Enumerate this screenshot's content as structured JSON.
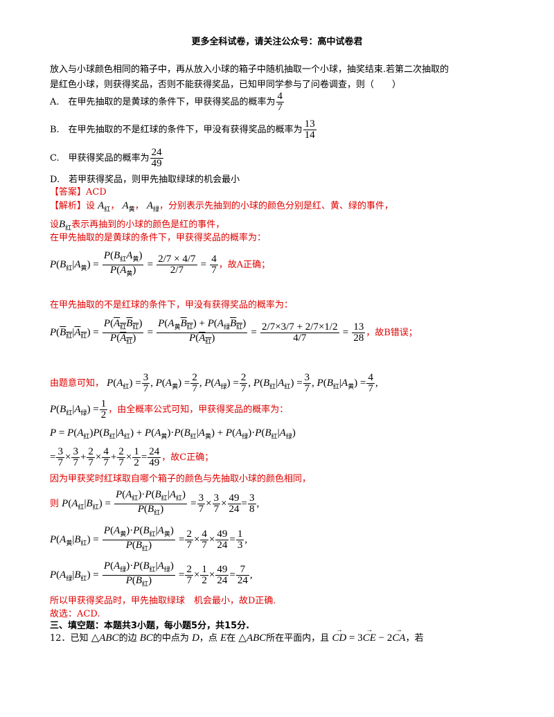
{
  "header": "更多全科试卷，请关注公众号：高中试卷君",
  "intro": [
    "放入与小球颜色相同的箱子中，再从放入小球的箱子中随机抽取一个小球，抽奖结束.若第二次抽取的",
    "是红色小球，则获得奖品，否则不能获得奖品，已知甲同学参与了问卷调查，则（　　）"
  ],
  "options": {
    "a": "A.　在甲先抽取的是黄球的条件下，甲获得奖品的概率为",
    "a_num": "4",
    "a_den": "7",
    "b": "B.　在甲先抽取的不是红球的条件下，甲没有获得奖品的概率为",
    "b_num": "13",
    "b_den": "14",
    "c": "C.　甲获得奖品的概率为",
    "c_num": "24",
    "c_den": "49",
    "d": "D.　若甲获得奖品，则甲先抽取绿球的机会最小"
  },
  "answer": "【答案】ACD",
  "analysis": {
    "label": "【解析】",
    "l1a": "设",
    "l1b": "，",
    "l1c": "，",
    "l1d": "，分别表示先抽到的小球的颜色分别是红、黄、绿的事件，",
    "l2a": "设",
    "l2b": "表示再抽到的小球的颜色是红的事件，",
    "l3": "在甲先抽取的是黄球的条件下，甲获得奖品的概率为：",
    "l4tail": "，故A正确；",
    "l5": "在甲先抽取的不是红球的条件下，甲没有获得奖品的概率为：",
    "l6tail": "，故B错误；",
    "l7head": "由题意可知，",
    "l8tail": "，由全概率公式可知，甲获得奖品的概率为：",
    "l10tail": "，故C正确；",
    "l11": "因为甲获奖时红球取自哪个箱子的颜色与先抽取小球的颜色相同，",
    "l12head": "则",
    "l15": "所以甲获得奖品时，甲先抽取绿球　机会最小，故D正确.",
    "l16": "故选：ACD."
  },
  "section3": "三、填空题：本题共3小题，每小题5分，共15分.",
  "q12": {
    "a": "12．已知",
    "b": "的边",
    "c": "的中点为",
    "d": "，点",
    "e": "在",
    "f": "所在平面内，且",
    "g": "，若"
  }
}
